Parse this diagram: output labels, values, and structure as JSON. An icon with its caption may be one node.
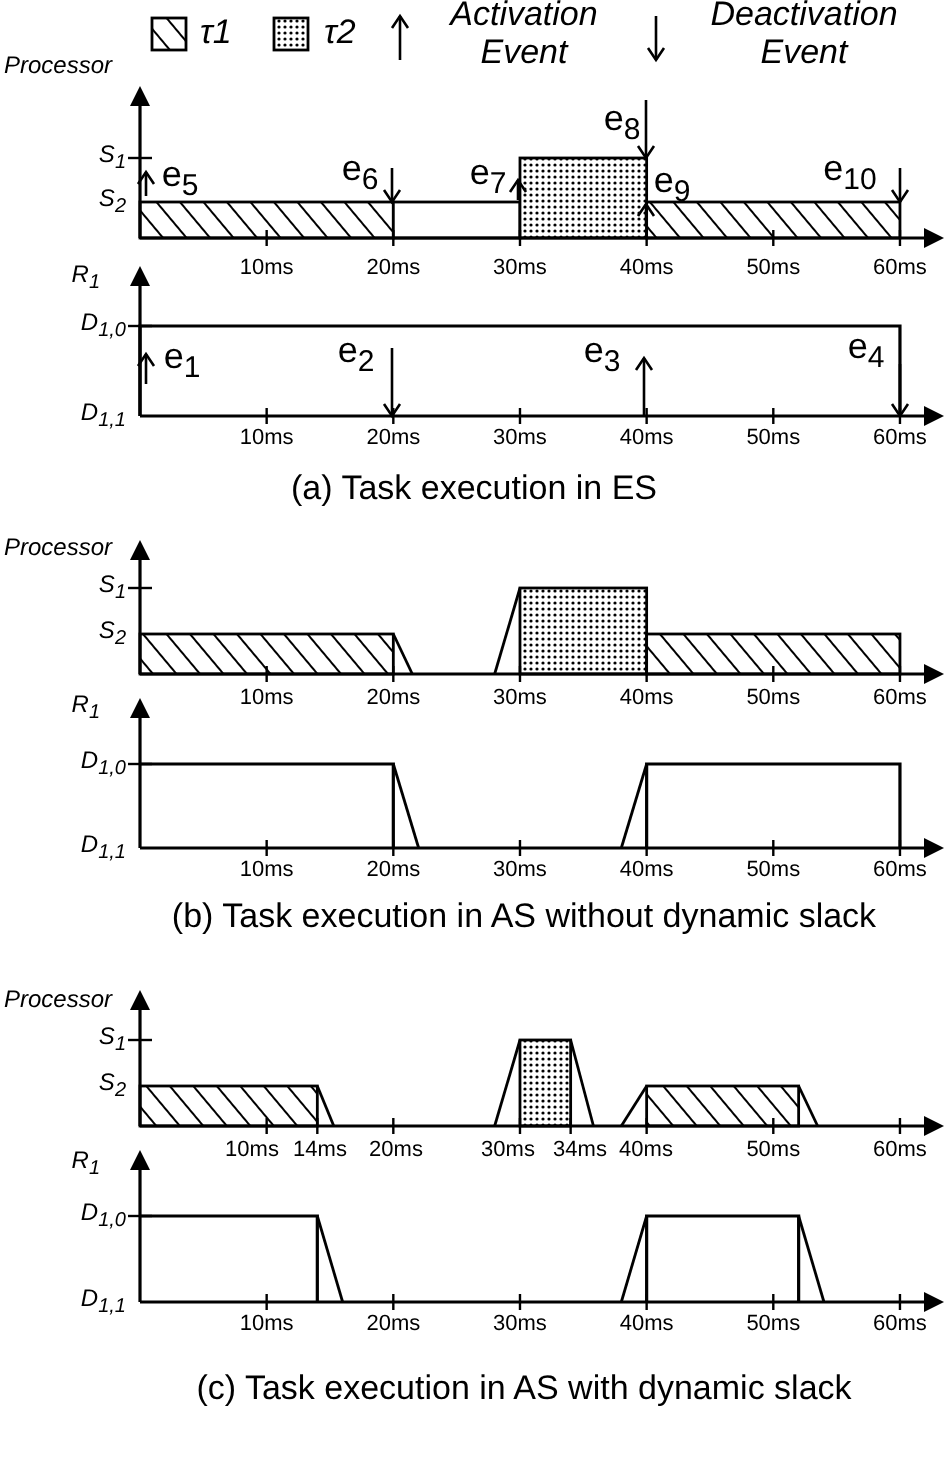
{
  "diagram": {
    "labels": [
      "Processor",
      "e$_{8}$",
      "S$_{1}$",
      "e$_{5}$",
      "e$_{6}$",
      "e$_{7}$",
      "e$_{9}$",
      "e$_{10}$",
      "S$_{2}$",
      "10ms",
      "20ms",
      "30ms",
      "40ms",
      "50ms",
      "60ms",
      "R$_{1}$",
      "D$_{1,0}$",
      "e$_{1}$",
      "e$_{2}$",
      "e$_{3}$",
      "e$_{4}$",
      "D$_{1,1}$",
      "10ms",
      "20ms",
      "30ms",
      "40ms",
      "50ms",
      "60ms",
      "(a) Task execution in ES",
      "Processor",
      "S$_{1}$",
      "S$_{2}$",
      "10ms",
      "20ms",
      "30ms",
      "40ms",
      "50ms",
      "60ms",
      "R$_{1}$",
      "D$_{1,0}$",
      "D$_{1,1}$",
      "10ms",
      "20ms",
      "30ms",
      "40ms",
      "50ms",
      "60ms",
      "(b) Task execution in AS without dynamic slack",
      "Processor",
      "S$_{1}$",
      "S$_{2}$",
      "10ms",
      "14ms",
      "20ms",
      "30ms",
      "34ms",
      "40ms",
      "50ms",
      "60ms",
      "R$_{1}$",
      "D$_{1,0}$",
      "D$_{1,1}$",
      "10ms",
      "20ms",
      "30ms",
      "40ms",
      "50ms",
      "60ms",
      "(c) Task execution in AS with dynamic slack"
    ],
    "legend": [
      {
        "text": "τ1"
      },
      {
        "text": "τ2"
      },
      {
        "text": "Activation Event"
      },
      {
        "text": "Deactivation Event"
      }
    ]
  }
}
